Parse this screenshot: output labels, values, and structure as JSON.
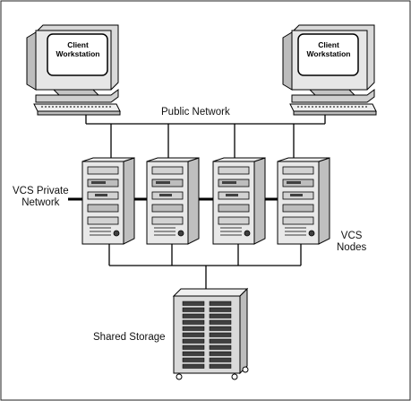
{
  "workstations": [
    {
      "line1": "Client",
      "line2": "Workstation"
    },
    {
      "line1": "Client",
      "line2": "Workstation"
    }
  ],
  "public_network": "Public Network",
  "private_network": {
    "line1": "VCS Private",
    "line2": "Network"
  },
  "nodes_label": {
    "line1": "VCS",
    "line2": "Nodes"
  },
  "shared_storage": "Shared Storage",
  "node_count": 4,
  "colors": {
    "line": "#000000",
    "screen": "#ffffff",
    "case": "#d8d8d8",
    "dark": "#404040"
  }
}
